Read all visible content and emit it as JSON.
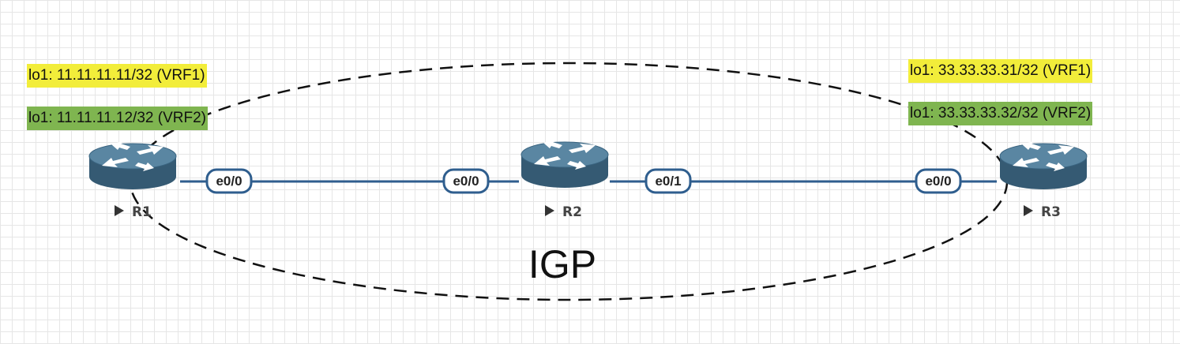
{
  "colors": {
    "link": "#2f5e8e",
    "vrf1_bg": "#f2ed3a",
    "vrf2_bg": "#7fb550",
    "router_top": "#4f7b96",
    "router_body": "#355a73",
    "interface_border": "#2f5e8e",
    "ellipse": "#111111"
  },
  "region": {
    "label": "IGP"
  },
  "routers": [
    {
      "name": "R1",
      "icon": "router-icon"
    },
    {
      "name": "R2",
      "icon": "router-icon"
    },
    {
      "name": "R3",
      "icon": "router-icon"
    }
  ],
  "interfaces": {
    "r1_e00": "e0/0",
    "r2_e00": "e0/0",
    "r2_e01": "e0/1",
    "r3_e00": "e0/0"
  },
  "loopbacks": {
    "r1_vrf1": "lo1: 11.11.11.11/32 (VRF1)",
    "r1_vrf2": "lo1: 11.11.11.12/32 (VRF2)",
    "r3_vrf1": "lo1: 33.33.33.31/32 (VRF1)",
    "r3_vrf2": "lo1: 33.33.33.32/32 (VRF2)"
  }
}
